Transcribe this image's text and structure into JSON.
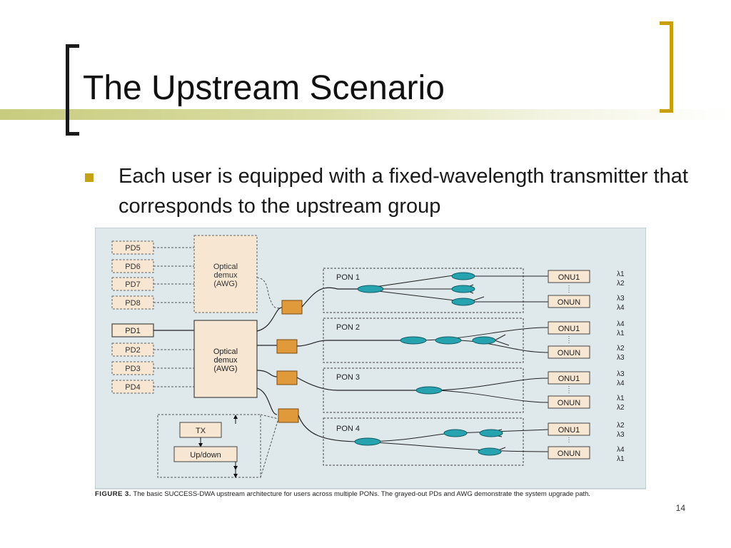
{
  "slide": {
    "title": "The Upstream Scenario",
    "bullet": "Each user is equipped with a fixed-wavelength transmitter that corresponds to the upstream group",
    "page_number": "14",
    "accent_color": "#c9a00c",
    "bullet_color": "#c4a214"
  },
  "figure": {
    "photodetectors": [
      "PD5",
      "PD6",
      "PD7",
      "PD8",
      "PD1",
      "PD2",
      "PD3",
      "PD4"
    ],
    "awg_label": [
      "Optical",
      "demux",
      "(AWG)"
    ],
    "tx_label": "TX",
    "updown_label": "Up/down",
    "pons": [
      {
        "name": "PON 1",
        "onu_top": "ONU1",
        "onu_bottom": "ONUN",
        "lambdas": [
          "λ1",
          "λ2",
          "λ3",
          "λ4"
        ]
      },
      {
        "name": "PON 2",
        "onu_top": "ONU1",
        "onu_bottom": "ONUN",
        "lambdas": [
          "λ4",
          "λ1",
          "λ2",
          "λ3"
        ]
      },
      {
        "name": "PON 3",
        "onu_top": "ONU1",
        "onu_bottom": "ONUN",
        "lambdas": [
          "λ3",
          "λ4",
          "λ1",
          "λ2"
        ]
      },
      {
        "name": "PON 4",
        "onu_top": "ONU1",
        "onu_bottom": "ONUN",
        "lambdas": [
          "λ2",
          "λ3",
          "λ4",
          "λ1"
        ]
      }
    ],
    "caption_label": "FIGURE 3.",
    "caption_text": "The basic SUCCESS-DWA upstream architecture for users across multiple PONs. The grayed-out PDs and AWG demonstrate the system upgrade path.",
    "colors": {
      "panel": "#dfe9ec",
      "box_fill": "#f7e6d2",
      "amplifier": "#e09a3c",
      "coupler": "#27a3b0"
    }
  }
}
